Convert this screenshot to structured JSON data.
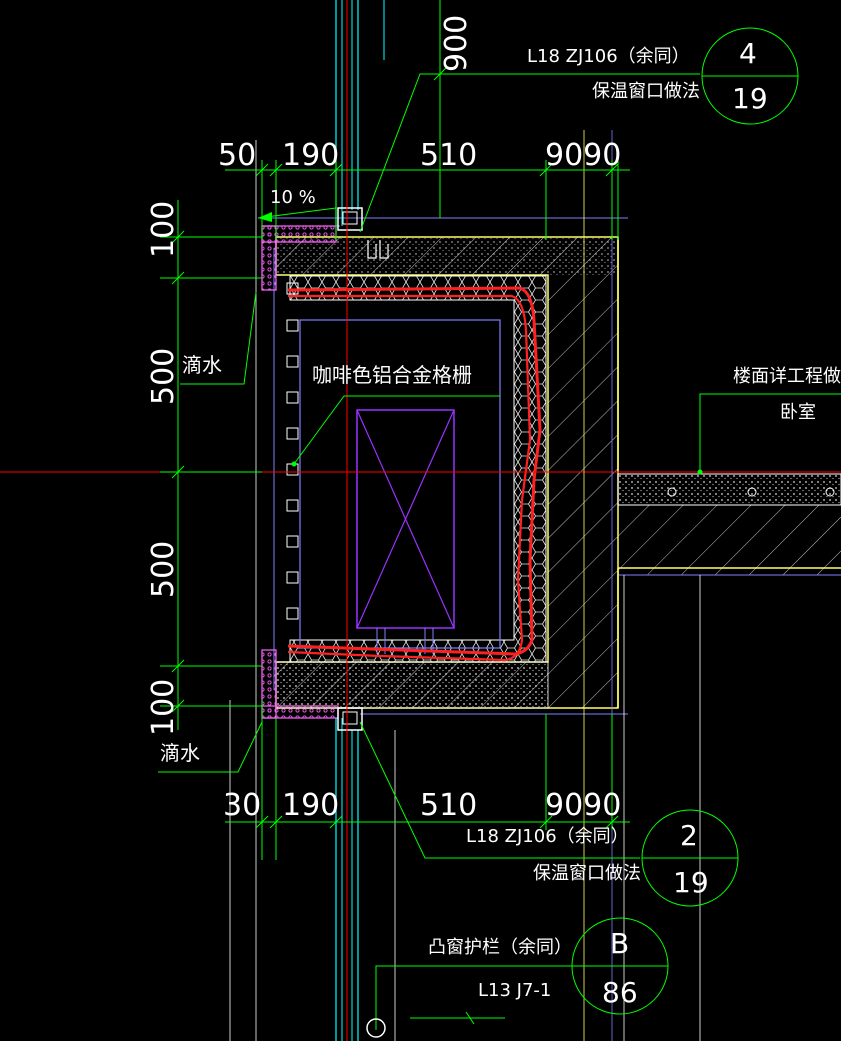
{
  "callouts": {
    "top": {
      "ref": "L18 ZJ106（余同）",
      "desc": "保温窗口做法",
      "num": "4",
      "sheet": "19"
    },
    "bottom": {
      "ref": "L18 ZJ106（余同）",
      "desc": "保温窗口做法",
      "num": "2",
      "sheet": "19"
    },
    "rail": {
      "desc": "凸窗护栏（余同）",
      "ref": "L13 J7-1",
      "num": "B",
      "sheet": "86"
    }
  },
  "dims": {
    "top_900": "900",
    "top_row": [
      "50",
      "190",
      "510",
      "9090"
    ],
    "bottom_row": [
      "30",
      "190",
      "510",
      "9090"
    ],
    "left_col": [
      "100",
      "500",
      "500",
      "100"
    ],
    "slope": "10 %"
  },
  "labels": {
    "drip_top": "滴水",
    "drip_bottom": "滴水",
    "grille": "咖啡色铝合金格栅",
    "floor_ref": "楼面详工程做法",
    "room": "卧室"
  },
  "colors": {
    "dim_line": "#00ff00",
    "wall": "#ffff66",
    "frame": "#7f7fff",
    "window": "#00ffff",
    "insulation": "#ff66ff",
    "heating_pipe": "#ff2020",
    "axis": "#ff0000",
    "unit_box": "#9933ff"
  }
}
